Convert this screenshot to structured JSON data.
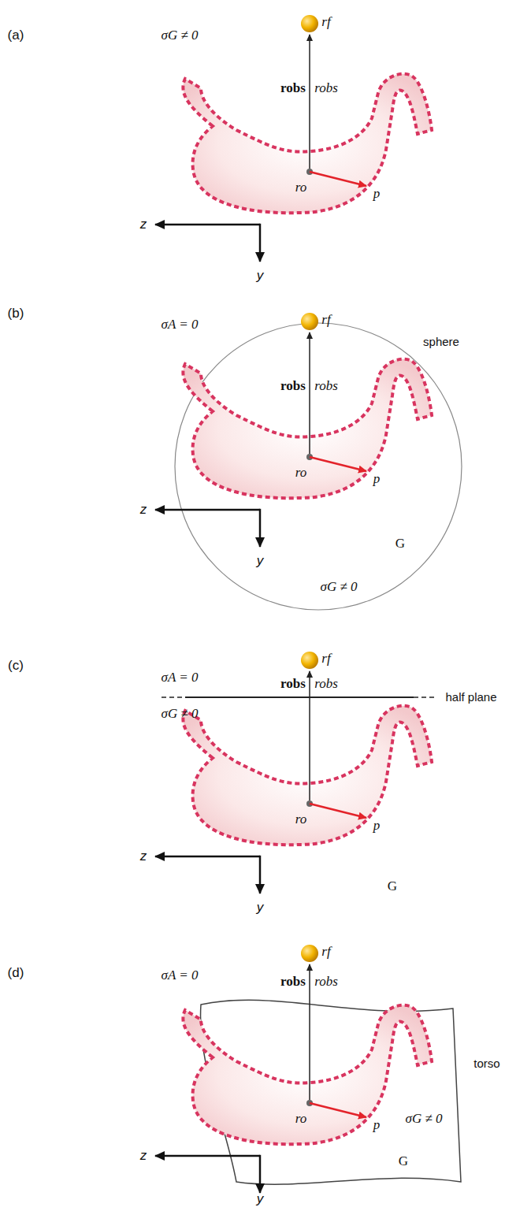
{
  "diagram": {
    "labels": [
      "(a)",
      "σG ≠ 0",
      "rf",
      "robs",
      "robs",
      "ro",
      "p",
      "z",
      "y",
      "(b)",
      "σA = 0",
      "rf",
      "robs",
      "robs",
      "sphere",
      "ro",
      "p",
      "G",
      "z",
      "y",
      "σG ≠ 0",
      "(c)",
      "σA = 0",
      "rf",
      "robs",
      "robs",
      "half plane",
      "σG ≠ 0",
      "ro",
      "p",
      "G",
      "z",
      "y",
      "(d)",
      "σA = 0",
      "rf",
      "robs",
      "robs",
      "torso",
      "ro",
      "p",
      "σG ≠ 0",
      "G",
      "z",
      "y"
    ]
  }
}
